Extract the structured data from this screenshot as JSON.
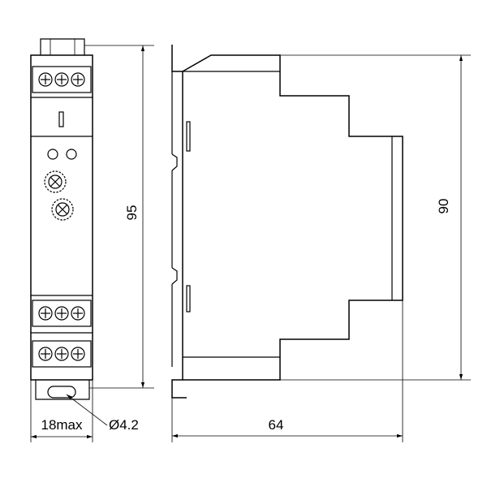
{
  "dimensions": {
    "front_height": "95",
    "side_height": "90",
    "width": "18max",
    "depth": "64",
    "hole": "Ø4.2"
  },
  "colors": {
    "line": "#000000",
    "background": "#ffffff"
  }
}
